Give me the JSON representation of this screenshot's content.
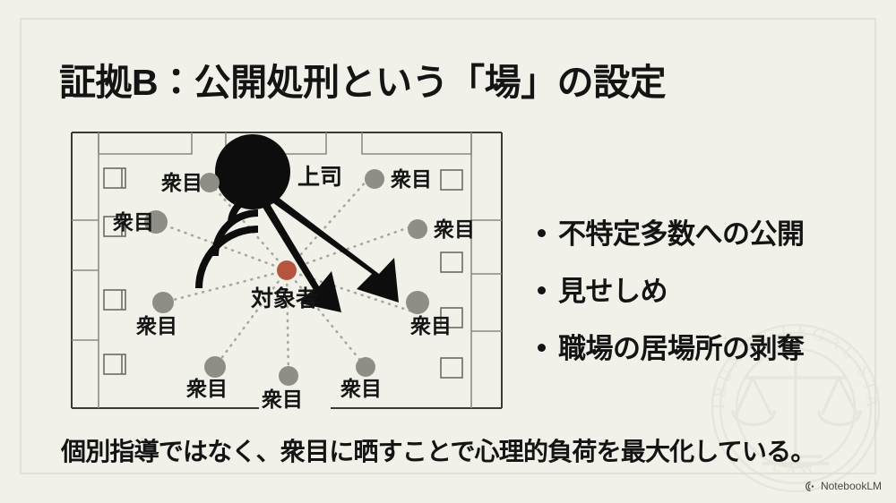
{
  "slide": {
    "title": "証拠B：公開処刑という「場」の設定",
    "caption": "個別指導ではなく、衆目に晒すことで心理的負荷を最大化している。",
    "background_color": "#f2f1e9",
    "ink_color": "#141414",
    "accent_color": "#b5553f"
  },
  "bullets": [
    {
      "text": "不特定多数への公開"
    },
    {
      "text": "見せしめ"
    },
    {
      "text": "職場の居場所の剥奪"
    }
  ],
  "diagram": {
    "type": "office-floor-plan",
    "boss": {
      "label": "上司",
      "color": "#0d0d0d"
    },
    "target": {
      "label": "対象者",
      "color": "#b5553f"
    },
    "onlooker_label": "衆目",
    "onlooker_color": "#8e8e86",
    "onlookers": [
      {
        "label": "衆目"
      },
      {
        "label": "衆目"
      },
      {
        "label": "衆目"
      },
      {
        "label": "衆目"
      },
      {
        "label": "衆目"
      },
      {
        "label": "衆目"
      },
      {
        "label": "衆目"
      },
      {
        "label": "衆目"
      },
      {
        "label": "衆目"
      }
    ]
  },
  "watermark": {
    "seal_text_top": "TRIBUNAL LEGAL STATE",
    "seal_text_bottom": "LAW",
    "icon": "scales-of-justice-icon"
  },
  "branding": {
    "label": "NotebookLM",
    "icon": "notebooklm-icon"
  }
}
